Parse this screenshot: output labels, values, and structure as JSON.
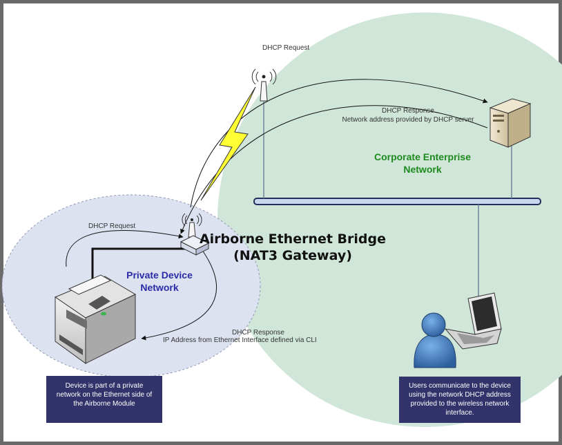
{
  "dhcp_request_top": "DHCP Request",
  "dhcp_response_top": "DHCP Response",
  "dhcp_response_top_detail": "Network address provided by DHCP server",
  "corporate_network": [
    "Corporate Enterprise",
    "Network"
  ],
  "bridge_title": [
    "Airborne Ethernet Bridge",
    "(NAT3 Gateway)"
  ],
  "private_network": [
    "Private Device",
    "Network"
  ],
  "dhcp_request_left": "DHCP Request",
  "dhcp_response_bottom": "DHCP Response",
  "dhcp_response_bottom_detail": "IP Address from Ethernet Interface defined via CLI",
  "device_note": [
    "Device is part of a private",
    "network on the Ethernet side of",
    "the Airborne Module"
  ],
  "users_note": [
    "Users communicate to the device",
    "using the network DHCP address",
    "provided to the wireless network",
    "interface."
  ],
  "colors": {
    "corporate_zone": "#cfe6d8",
    "private_zone": "#dde2f0",
    "backbone": "#c9d7ef",
    "note_bg": "#33336b",
    "lightning": "#ffff33"
  },
  "icons": [
    "server-icon",
    "access-point-icon",
    "bridge-icon",
    "printer-icon",
    "laptop-icon",
    "user-icon",
    "lightning-icon"
  ]
}
